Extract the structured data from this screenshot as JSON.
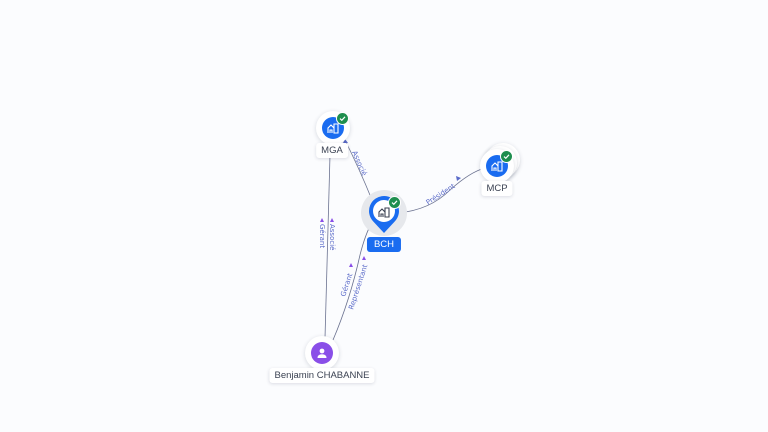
{
  "colors": {
    "background": "#fbfcfe",
    "company_node": "#1a6cf0",
    "person_node": "#8a4fe8",
    "verified_badge": "#1e8e4e",
    "edge": "#6b7290",
    "edge_label": "#5b6bc9"
  },
  "nodes": [
    {
      "id": "MGA",
      "label": "MGA",
      "type": "company",
      "icon": "building-icon",
      "verified": true
    },
    {
      "id": "MCP",
      "label": "MCP",
      "type": "company",
      "icon": "building-icon",
      "verified": true,
      "stacked": true
    },
    {
      "id": "BCH",
      "label": "BCH",
      "type": "company",
      "icon": "building-icon",
      "verified": true,
      "selected": true
    },
    {
      "id": "BC",
      "label": "Benjamin CHABANNE",
      "type": "person",
      "icon": "person-icon",
      "verified": false
    }
  ],
  "edges": [
    {
      "from": "BCH",
      "to": "MGA",
      "labels": [
        "Associé"
      ]
    },
    {
      "from": "BCH",
      "to": "MCP",
      "labels": [
        "Président"
      ]
    },
    {
      "from": "BC",
      "to": "MGA",
      "labels": [
        "Gérant",
        "Associé"
      ]
    },
    {
      "from": "BC",
      "to": "BCH",
      "labels": [
        "Gérant",
        "Représentant"
      ]
    }
  ]
}
